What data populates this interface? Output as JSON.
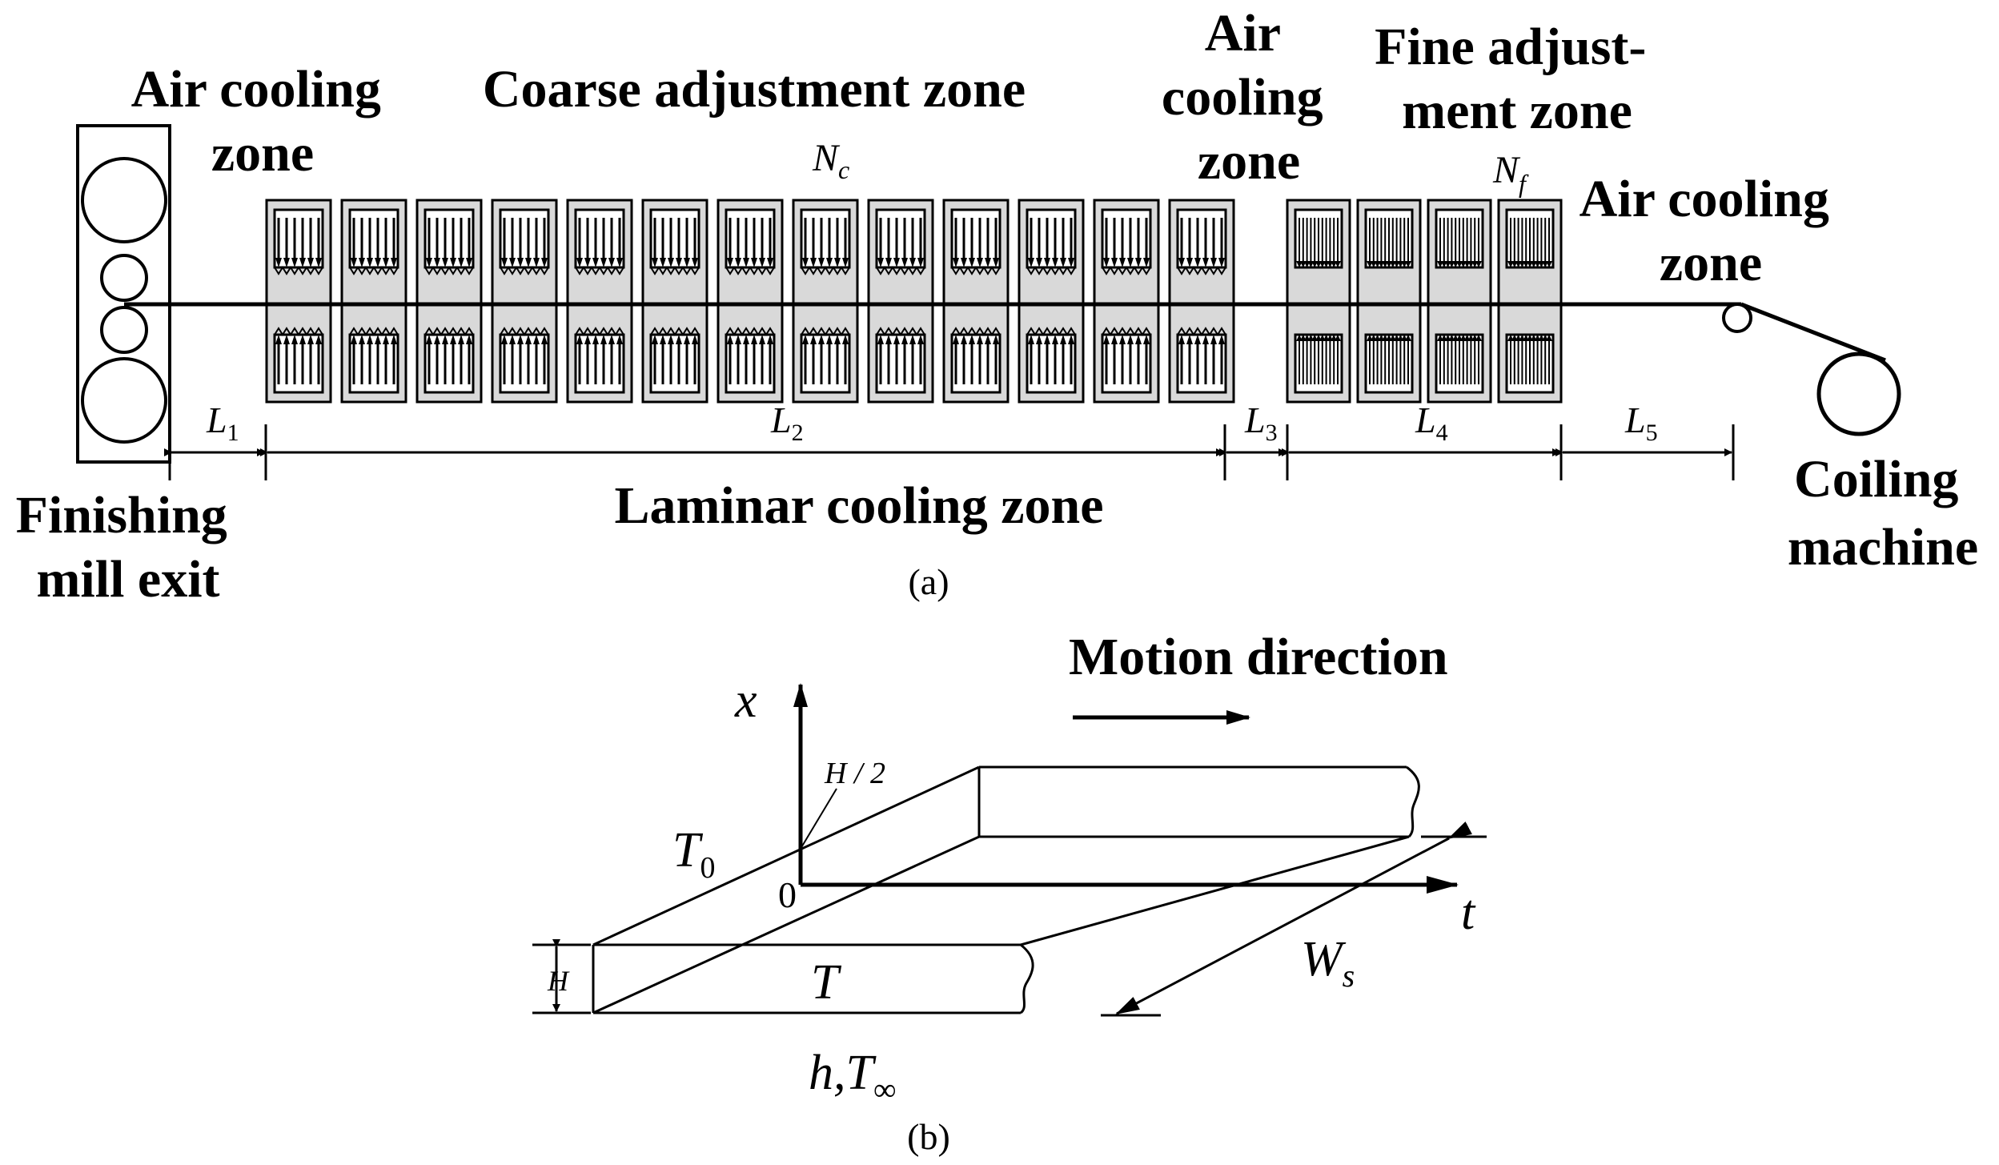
{
  "figure_a": {
    "labels": {
      "air_cooling_zone_1": [
        "Air cooling",
        "zone"
      ],
      "coarse_zone": "Coarse adjustment zone",
      "air_cooling_zone_2": [
        "Air",
        "cooling",
        "zone"
      ],
      "fine_zone": [
        "Fine adjust-",
        "ment zone"
      ],
      "air_cooling_zone_3": [
        "Air cooling",
        "zone"
      ],
      "finishing_mill": [
        "Finishing",
        "mill exit"
      ],
      "laminar_zone": "Laminar cooling zone",
      "coiling": [
        "Coiling",
        "machine"
      ]
    },
    "symbols": {
      "Nc": {
        "base": "N",
        "sub": "c"
      },
      "Nf": {
        "base": "N",
        "sub": "f"
      },
      "L1": {
        "base": "L",
        "sub": "1"
      },
      "L2": {
        "base": "L",
        "sub": "2"
      },
      "L3": {
        "base": "L",
        "sub": "3"
      },
      "L4": {
        "base": "L",
        "sub": "4"
      },
      "L5": {
        "base": "L",
        "sub": "5"
      }
    },
    "coarse_header_count": 13,
    "fine_header_count": 4,
    "caption": "(a)"
  },
  "figure_b": {
    "motion_label": "Motion direction",
    "axis_x": "x",
    "axis_t": "t",
    "origin": "0",
    "half_thickness": "H / 2",
    "thickness": "H",
    "T0": {
      "base": "T",
      "sub": "0"
    },
    "T": "T",
    "Ws": {
      "base": "W",
      "sub": "s"
    },
    "h_tinf": {
      "main": "h,T",
      "sub": "∞"
    },
    "caption": "(b)"
  },
  "colors": {
    "header_fill": "#d9d9d9",
    "line": "#000000"
  }
}
